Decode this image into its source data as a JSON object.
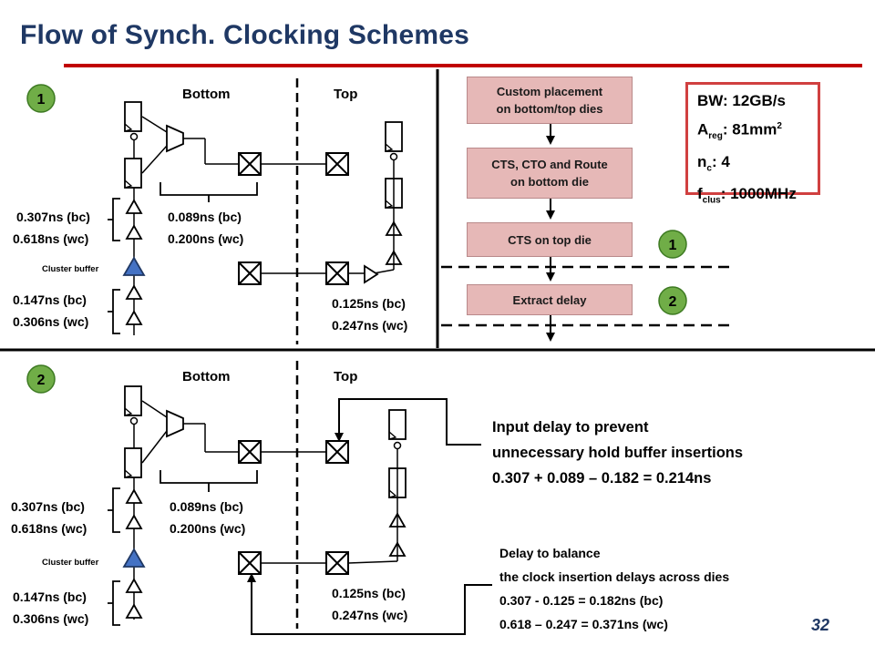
{
  "title": "Flow of Synch. Clocking Schemes",
  "page_number": "32",
  "section1": {
    "badge": "1",
    "bottom_label": "Bottom",
    "top_label": "Top",
    "delay_a_bc": "0.307ns (bc)",
    "delay_a_wc": "0.618ns (wc)",
    "delay_b_bc": "0.089ns (bc)",
    "delay_b_wc": "0.200ns (wc)",
    "cluster_buffer": "Cluster buffer",
    "delay_c_bc": "0.147ns (bc)",
    "delay_c_wc": "0.306ns (wc)",
    "delay_d_bc": "0.125ns (bc)",
    "delay_d_wc": "0.247ns (wc)"
  },
  "section2": {
    "badge": "2",
    "bottom_label": "Bottom",
    "top_label": "Top",
    "delay_a_bc": "0.307ns (bc)",
    "delay_a_wc": "0.618ns (wc)",
    "delay_b_bc": "0.089ns (bc)",
    "delay_b_wc": "0.200ns (wc)",
    "cluster_buffer": "Cluster buffer",
    "delay_c_bc": "0.147ns (bc)",
    "delay_c_wc": "0.306ns (wc)",
    "delay_d_bc": "0.125ns (bc)",
    "delay_d_wc": "0.247ns (wc)"
  },
  "flow": {
    "step1_line1": "Custom placement",
    "step1_line2": "on bottom/top dies",
    "step2_line1": "CTS, CTO and Route",
    "step2_line2": "on bottom die",
    "step3": "CTS on top die",
    "step4": "Extract delay",
    "badge1": "1",
    "badge2": "2"
  },
  "params": {
    "bw": "BW: 12GB/s",
    "areg_prefix": "A",
    "areg_sub": "reg",
    "areg_value": ": 81mm",
    "areg_sup": "2",
    "nc_prefix": "n",
    "nc_sub": "c",
    "nc_value": ": 4",
    "fclus_prefix": "f",
    "fclus_sub": "clus",
    "fclus_value": ": 1000MHz"
  },
  "notes": {
    "input_line1": "Input delay to prevent",
    "input_line2": "unnecessary hold buffer insertions",
    "input_line3": "0.307 + 0.089 – 0.182 = 0.214ns",
    "balance_line1": "Delay to balance",
    "balance_line2": "the clock insertion delays across dies",
    "balance_line3": "0.307 - 0.125 = 0.182ns (bc)",
    "balance_line4": "0.618 – 0.247 = 0.371ns (wc)"
  },
  "colors": {
    "title": "#1f3864",
    "accent_red": "#c00000",
    "badge_green": "#70ad47",
    "badge_blue": "#4472c4",
    "flow_box": "#e6b8b7"
  }
}
